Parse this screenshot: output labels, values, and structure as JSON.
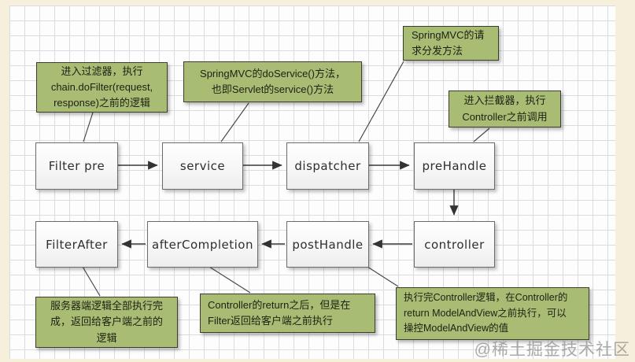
{
  "diagram": {
    "watermark": "@稀土掘金技术社区",
    "flow_nodes": [
      {
        "id": "filter-pre",
        "label": "Filter pre"
      },
      {
        "id": "service",
        "label": "service"
      },
      {
        "id": "dispatcher",
        "label": "dispatcher"
      },
      {
        "id": "prehandle",
        "label": "preHandle"
      },
      {
        "id": "filter-after",
        "label": "FilterAfter"
      },
      {
        "id": "after-completion",
        "label": "afterCompletion"
      },
      {
        "id": "posthandle",
        "label": "postHandle"
      },
      {
        "id": "controller",
        "label": "controller"
      }
    ],
    "notes": [
      {
        "id": "note-filter-pre",
        "text": "进入过滤器，执行\nchain.doFilter(request,\nresponse)之前的逻辑"
      },
      {
        "id": "note-service",
        "text": "SpringMVC的doService()方法，\n也即Servlet的service()方法"
      },
      {
        "id": "note-dispatcher",
        "text": "SpringMVC的请\n求分发方法"
      },
      {
        "id": "note-prehandle",
        "text": "进入拦截器，执行\nController之前调用"
      },
      {
        "id": "note-filter-after",
        "text": "服务器端逻辑全部执行完\n成，返回给客户端之前的\n逻辑"
      },
      {
        "id": "note-after-completion",
        "text": "Controller的return之后，但是在\nFilter返回给客户端之前执行"
      },
      {
        "id": "note-posthandle",
        "text": "执行完Controller逻辑，在Controller的\nreturn ModelAndView之前执行，可以\n操控ModelAndView的值"
      }
    ],
    "colors": {
      "note_fill": "#a9bc74",
      "note_border": "#3d3d2d",
      "node_border": "#6b6b6b",
      "connector": "#3a3a3a",
      "grid_line": "#d9dce0",
      "page_margin": "#f5efdb",
      "watermark": "#8f8f8f"
    }
  }
}
